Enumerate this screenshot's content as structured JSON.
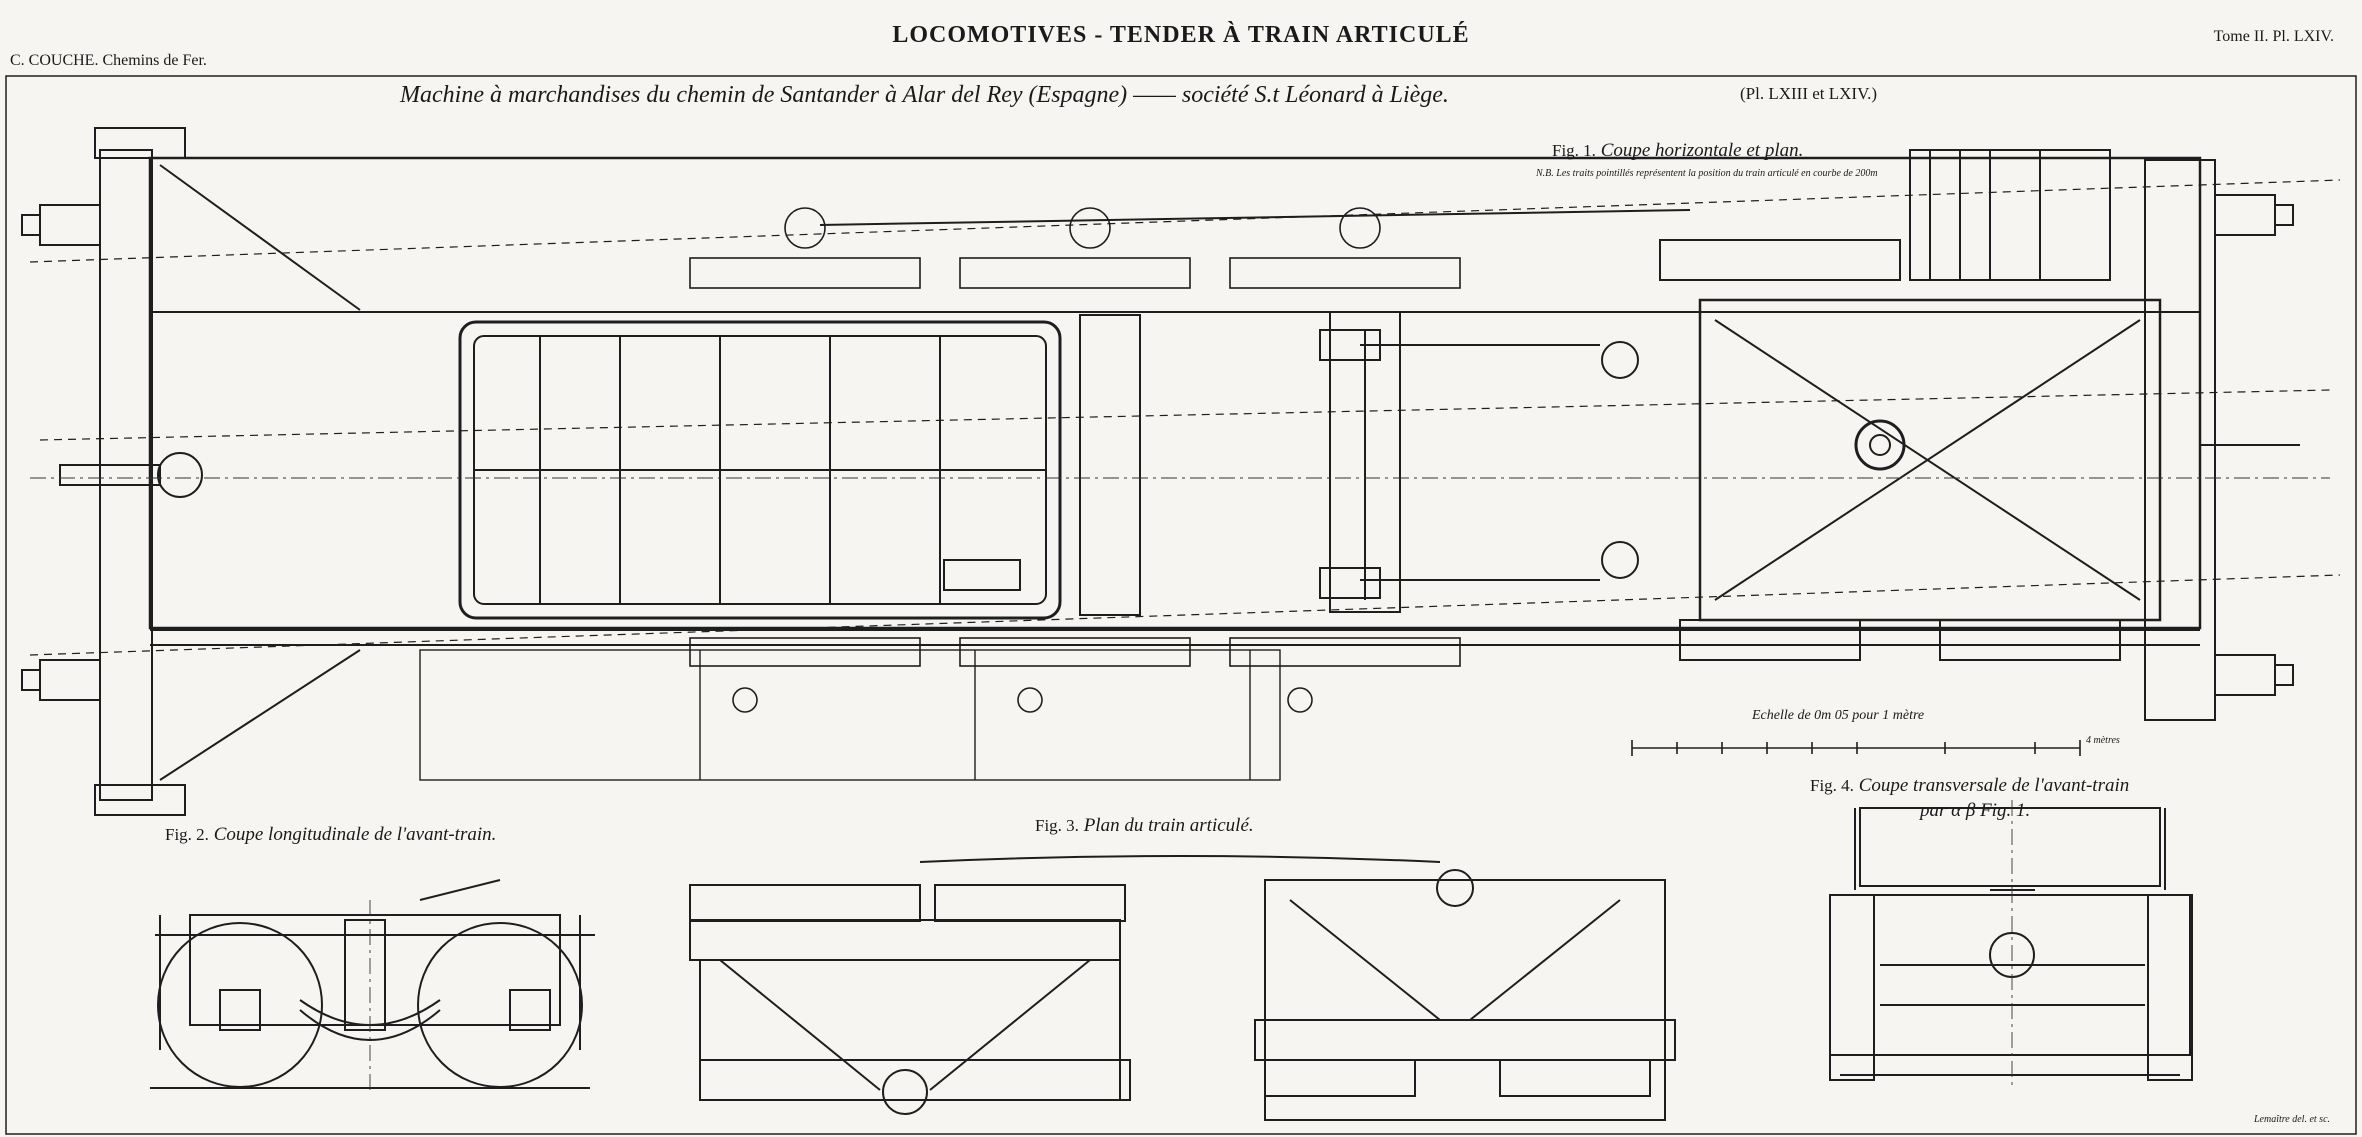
{
  "header": {
    "left": "C. COUCHE. Chemins de Fer.",
    "center": "LOCOMOTIVES - TENDER À TRAIN ARTICULÉ",
    "right": "Tome II.   Pl. LXIV."
  },
  "subtitle": "Machine à marchandises du chemin de Santander à Alar del Rey (Espagne) —— société S.t Léonard à Liège.",
  "plate_refs": "(Pl. LXIII et LXIV.)",
  "figures": {
    "fig1": {
      "number": "Fig. 1.",
      "caption": "Coupe horizontale et plan."
    },
    "fig1_note": "N.B. Les traits pointillés représentent la position du train articulé en courbe de 200m",
    "fig2": {
      "number": "Fig. 2.",
      "caption": "Coupe longitudinale de l'avant-train."
    },
    "fig3": {
      "number": "Fig. 3.",
      "caption": "Plan du train articulé."
    },
    "fig4": {
      "number": "Fig. 4.",
      "caption": "Coupe transversale de l'avant-train",
      "caption2": "par α β Fig. 1."
    }
  },
  "scale": {
    "label": "Echelle de 0m 05 pour 1 mètre",
    "unit": "4 mètres"
  },
  "signature": "Lemaître del. et sc."
}
